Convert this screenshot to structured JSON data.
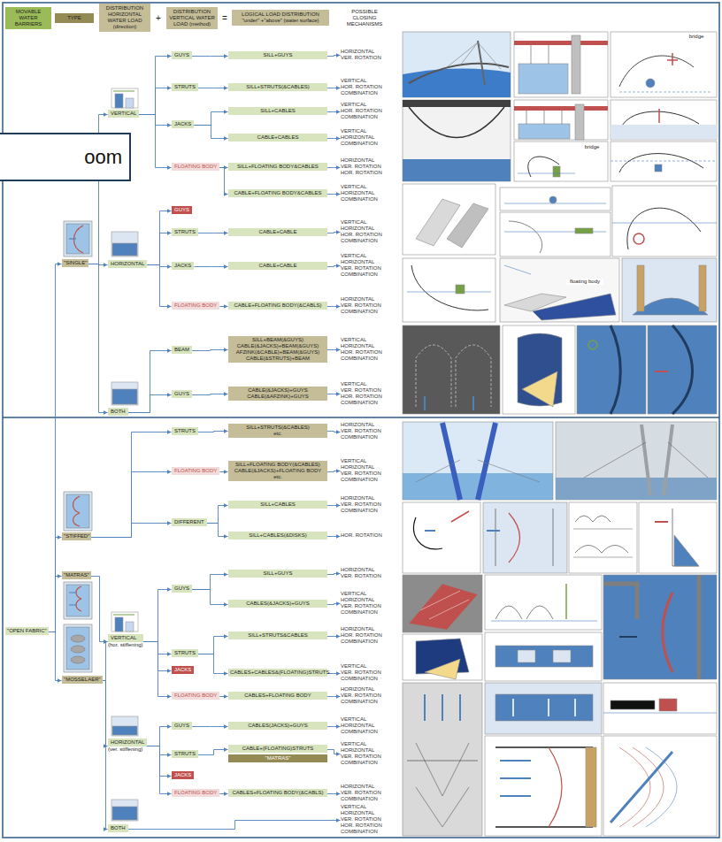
{
  "diagram": {
    "nodes": [
      {
        "text": [
          "MOVABLE WATER BARRIERS"
        ]
      },
      {
        "text": [
          "TYPE"
        ]
      },
      {
        "text": [
          "DISTRIBUTION HORIZONTAL WATER LOAD (direction)"
        ]
      },
      {
        "text": [
          "DISTRIBUTION VERTICAL WATER LOAD (method)"
        ]
      },
      {
        "text": [
          "LOGICAL LOAD DISTRIBUTION \"under\" +\"above\" (water surface)"
        ]
      },
      {
        "text": [
          "oom"
        ]
      },
      {
        "text": [
          "\"OPEN FABRIC\""
        ]
      },
      {
        "text": [
          "\"SINGLE\""
        ]
      },
      {
        "text": [
          "\"STIFFED\""
        ]
      },
      {
        "text": [
          "\"MATRAS\""
        ]
      },
      {
        "text": [
          "\"MOSSELAER\""
        ]
      },
      {
        "text": [
          "VERTICAL"
        ]
      },
      {
        "text": [
          "HORIZONTAL"
        ]
      },
      {
        "text": [
          "BOTH"
        ]
      },
      {
        "text": [
          "VERTICAL",
          "(hor. stiffening)"
        ]
      },
      {
        "text": [
          "HORIZONTAL",
          "(ver. stiffening)"
        ]
      },
      {
        "text": [
          "BOTH"
        ]
      },
      {
        "text": [
          "GUYS"
        ]
      },
      {
        "text": [
          "STRUTS"
        ]
      },
      {
        "text": [
          "JACKS"
        ]
      },
      {
        "text": [
          "FLOATING BODY"
        ]
      },
      {
        "text": [
          "GUYS"
        ]
      },
      {
        "text": [
          "STRUTS"
        ]
      },
      {
        "text": [
          "JACKS"
        ]
      },
      {
        "text": [
          "FLOATING BODY"
        ]
      },
      {
        "text": [
          "BEAM"
        ]
      },
      {
        "text": [
          "GUYS"
        ]
      },
      {
        "text": [
          "STRUTS"
        ]
      },
      {
        "text": [
          "FLOATING BODY"
        ]
      },
      {
        "text": [
          "DIFFERENT"
        ]
      },
      {
        "text": [
          "GUYS"
        ]
      },
      {
        "text": [
          "STRUTS"
        ]
      },
      {
        "text": [
          "JACKS"
        ]
      },
      {
        "text": [
          "FLOATING BODY"
        ]
      },
      {
        "text": [
          "GUYS"
        ]
      },
      {
        "text": [
          "STRUTS"
        ]
      },
      {
        "text": [
          "JACKS"
        ]
      },
      {
        "text": [
          "FLOATING BODY"
        ]
      },
      {
        "text": [
          "SILL+GUYS"
        ]
      },
      {
        "text": [
          "SILL+STRUTS(&CABLES)"
        ]
      },
      {
        "text": [
          "SILL+CABLES"
        ]
      },
      {
        "text": [
          "CABLE+CABLES"
        ]
      },
      {
        "text": [
          "SILL+FLOATING BODY&CABLES"
        ]
      },
      {
        "text": [
          "CABLE+FLOATING BODY&CABLES"
        ]
      },
      {
        "text": [
          "CABLE+CABLE"
        ]
      },
      {
        "text": [
          "CABLE+CABLE"
        ]
      },
      {
        "text": [
          "CABLE+FLOATING BODY(&CABLS)"
        ]
      },
      {
        "text": [
          "SILL+BEAM(&GUYS)",
          "CABLE(&JACKS)+BEAM(&GUYS)",
          "AFZINK(&CABLE)+BEAM(&GUYS)",
          "CABLE(&STRUTS)+BEAM"
        ]
      },
      {
        "text": [
          "CABLE(&JACKS)+GUYS",
          "CABLE(&AFZINK)+GUYS"
        ]
      },
      {
        "text": [
          "SILL+STRUTS(&CABLES)",
          "etc."
        ]
      },
      {
        "text": [
          "SILL+FLOATING BODY(&CABLES)",
          "CABLE(&JACKS)+FLOATING BODY",
          "etc."
        ]
      },
      {
        "text": [
          "SILL+CABLES"
        ]
      },
      {
        "text": [
          "SILL+CABLES(&DISKS)"
        ]
      },
      {
        "text": [
          "SILL+GUYS"
        ]
      },
      {
        "text": [
          "CABLES(&JACKS)+GUYS"
        ]
      },
      {
        "text": [
          "SILL+STRUTS&CABLES"
        ]
      },
      {
        "text": [
          "CABLES+CABLES&(FLOATING)STRUTS"
        ]
      },
      {
        "text": [
          "CABLES+FLOATING BODY"
        ]
      },
      {
        "text": [
          "CABLES(JACKS)+GUYS"
        ]
      },
      {
        "text": [
          "CABLE+(FLOATING)STRUTS"
        ]
      },
      {
        "text": [
          "\"MATRAS\""
        ]
      },
      {
        "text": [
          "CABLES+FLOATING BODY(&CABLS)"
        ]
      },
      {
        "text": [
          "HORIZONTAL",
          "VER. ROTATION"
        ]
      },
      {
        "text": [
          "VERTICAL",
          "HOR. ROTATION",
          "COMBINATION"
        ]
      },
      {
        "text": [
          "VERTICAL",
          "HOR. ROTATION",
          "COMBINATION"
        ]
      },
      {
        "text": [
          "VERTICAL",
          "HORIZONTAL",
          "COMBINATION"
        ]
      },
      {
        "text": [
          "HORIZONTAL",
          "VER. ROTATION",
          "HOR. ROTATION"
        ]
      },
      {
        "text": [
          "VERTICAL",
          "HORIZONTAL",
          "COMBINATION"
        ]
      },
      {
        "text": [
          "VERTICAL",
          "HORIZONTAL",
          "HOR. ROTATION",
          "COMBINATION"
        ]
      },
      {
        "text": [
          "VERTICAL",
          "HORIZONTAL",
          "VER. ROTATION",
          "COMBINATION"
        ]
      },
      {
        "text": [
          "HORIZONTAL",
          "VER. ROTATION",
          "COMBINATION"
        ]
      },
      {
        "text": [
          "VERTICAL",
          "HORIZONTAL",
          "HOR. ROTATION",
          "COMBINATION"
        ]
      },
      {
        "text": [
          "VERTICAL",
          "VER. ROTATION",
          "HOR. ROTATION",
          "COMBINATION"
        ]
      },
      {
        "text": [
          "HORIZONTAL",
          "VER. ROTATION",
          "COMBINATION"
        ]
      },
      {
        "text": [
          "VERTICAL",
          "HORIZONTAL",
          "VER. ROTATION",
          "COMBINATION"
        ]
      },
      {
        "text": [
          "HORIZONTAL",
          "VER. ROTATION",
          "COMBINATION"
        ]
      },
      {
        "text": [
          "HOR. ROTATION"
        ]
      },
      {
        "text": [
          "HORIZONTAL",
          "VER. ROTATION"
        ]
      },
      {
        "text": [
          "VERTICAL",
          "HORIZONTAL",
          "VER. ROTATION",
          "COMBINATION"
        ]
      },
      {
        "text": [
          "HORIZONTAL",
          "HOR. ROTATION",
          "COMBINATION"
        ]
      },
      {
        "text": [
          "VERTICAL",
          "VER. ROTATION",
          "COMBINATION"
        ]
      },
      {
        "text": [
          "HORIZONTAL",
          "VER. ROTATION",
          "COMBINATION"
        ]
      },
      {
        "text": [
          "VERTICAL",
          "HORIZONTAL",
          "COMBINATION"
        ]
      },
      {
        "text": [
          "VERTICAL",
          "HORIZONTAL",
          "VER. ROTATION",
          "COMBINATION"
        ]
      },
      {
        "text": [
          "HORIZONTAL",
          "VER. ROTATION",
          "COMBINATION"
        ]
      },
      {
        "text": [
          "VERTICAL",
          "HORIZONTAL",
          "VER. ROTATION",
          "HOR. ROTATION",
          "COMBINATION"
        ]
      }
    ],
    "edges": [
      {
        "from": 6,
        "to": 7,
        "arrow": "to"
      },
      {
        "from": 6,
        "to": 8,
        "arrow": "to"
      },
      {
        "from": 6,
        "to": 9,
        "arrow": "to"
      },
      {
        "from": 6,
        "to": 10,
        "arrow": "to"
      },
      {
        "from": 7,
        "to": 11,
        "arrow": "to"
      },
      {
        "from": 7,
        "to": 12,
        "arrow": "to"
      },
      {
        "from": 7,
        "to": 13,
        "arrow": "to"
      },
      {
        "from": 9,
        "to": 14,
        "arrow": "to"
      },
      {
        "from": 10,
        "to": 14,
        "arrow": "to"
      },
      {
        "from": 10,
        "to": 15,
        "arrow": "to"
      },
      {
        "from": 10,
        "to": 16,
        "arrow": "to"
      },
      {
        "from": 11,
        "to": 17,
        "arrow": "to"
      },
      {
        "from": 11,
        "to": 18,
        "arrow": "to"
      },
      {
        "from": 11,
        "to": 19,
        "arrow": "to"
      },
      {
        "from": 11,
        "to": 20,
        "arrow": "to"
      },
      {
        "from": 12,
        "to": 21,
        "arrow": "to"
      },
      {
        "from": 12,
        "to": 22,
        "arrow": "to"
      },
      {
        "from": 12,
        "to": 23,
        "arrow": "to"
      },
      {
        "from": 12,
        "to": 24,
        "arrow": "to"
      },
      {
        "from": 13,
        "to": 25,
        "arrow": "to"
      },
      {
        "from": 13,
        "to": 26,
        "arrow": "to"
      },
      {
        "from": 8,
        "to": 27,
        "arrow": "to"
      },
      {
        "from": 8,
        "to": 28,
        "arrow": "to"
      },
      {
        "from": 8,
        "to": 29,
        "arrow": "to"
      },
      {
        "from": 14,
        "to": 30,
        "arrow": "to"
      },
      {
        "from": 14,
        "to": 31,
        "arrow": "to"
      },
      {
        "from": 14,
        "to": 32,
        "arrow": "to"
      },
      {
        "from": 14,
        "to": 33,
        "arrow": "to"
      },
      {
        "from": 15,
        "to": 34,
        "arrow": "to"
      },
      {
        "from": 15,
        "to": 35,
        "arrow": "to"
      },
      {
        "from": 15,
        "to": 36,
        "arrow": "to"
      },
      {
        "from": 15,
        "to": 37,
        "arrow": "to"
      },
      {
        "from": 17,
        "to": 38,
        "arrow": "to"
      },
      {
        "from": 18,
        "to": 39,
        "arrow": "to"
      },
      {
        "from": 19,
        "to": 40,
        "arrow": "to"
      },
      {
        "from": 19,
        "to": 41,
        "arrow": "to"
      },
      {
        "from": 20,
        "to": 42,
        "arrow": "to"
      },
      {
        "from": 20,
        "to": 43,
        "arrow": "to"
      },
      {
        "from": 22,
        "to": 44,
        "arrow": "to"
      },
      {
        "from": 23,
        "to": 45,
        "arrow": "to"
      },
      {
        "from": 24,
        "to": 46,
        "arrow": "to"
      },
      {
        "from": 25,
        "to": 47,
        "arrow": "to"
      },
      {
        "from": 26,
        "to": 48,
        "arrow": "to"
      },
      {
        "from": 27,
        "to": 49,
        "arrow": "to"
      },
      {
        "from": 28,
        "to": 50,
        "arrow": "to"
      },
      {
        "from": 29,
        "to": 51,
        "arrow": "to"
      },
      {
        "from": 29,
        "to": 52,
        "arrow": "to"
      },
      {
        "from": 30,
        "to": 53,
        "arrow": "to"
      },
      {
        "from": 30,
        "to": 54,
        "arrow": "to"
      },
      {
        "from": 31,
        "to": 55,
        "arrow": "to"
      },
      {
        "from": 31,
        "to": 56,
        "arrow": "to"
      },
      {
        "from": 33,
        "to": 57,
        "arrow": "to"
      },
      {
        "from": 34,
        "to": 58,
        "arrow": "to"
      },
      {
        "from": 35,
        "to": 59,
        "arrow": "to"
      },
      {
        "from": 37,
        "to": 61,
        "arrow": "to"
      },
      {
        "from": 38,
        "to": 62,
        "arrow": "to"
      },
      {
        "from": 39,
        "to": 63,
        "arrow": "to"
      },
      {
        "from": 40,
        "to": 64,
        "arrow": "to"
      },
      {
        "from": 41,
        "to": 65,
        "arrow": "to"
      },
      {
        "from": 42,
        "to": 66,
        "arrow": "to"
      },
      {
        "from": 43,
        "to": 67,
        "arrow": "to"
      },
      {
        "from": 44,
        "to": 68,
        "arrow": "to"
      },
      {
        "from": 45,
        "to": 69,
        "arrow": "to"
      },
      {
        "from": 46,
        "to": 70,
        "arrow": "to"
      },
      {
        "from": 47,
        "to": 71,
        "arrow": "to"
      },
      {
        "from": 48,
        "to": 72,
        "arrow": "to"
      },
      {
        "from": 49,
        "to": 73,
        "arrow": "to"
      },
      {
        "from": 50,
        "to": 74,
        "arrow": "to"
      },
      {
        "from": 51,
        "to": 75,
        "arrow": "to"
      },
      {
        "from": 52,
        "to": 76,
        "arrow": "to"
      },
      {
        "from": 53,
        "to": 77,
        "arrow": "to"
      },
      {
        "from": 54,
        "to": 78,
        "arrow": "to"
      },
      {
        "from": 55,
        "to": 79,
        "arrow": "to"
      },
      {
        "from": 56,
        "to": 80,
        "arrow": "to"
      },
      {
        "from": 57,
        "to": 81,
        "arrow": "to"
      },
      {
        "from": 58,
        "to": 82,
        "arrow": "to"
      },
      {
        "from": 59,
        "to": 83,
        "arrow": "to"
      },
      {
        "from": 61,
        "to": 84,
        "arrow": "to"
      },
      {
        "from": 16,
        "to": 85,
        "arrow": "to"
      }
    ],
    "labels": [
      "+",
      "=",
      "POSSIBLE CLOSING MECHANISMS",
      "bridge",
      "bridge",
      "floating body"
    ]
  }
}
